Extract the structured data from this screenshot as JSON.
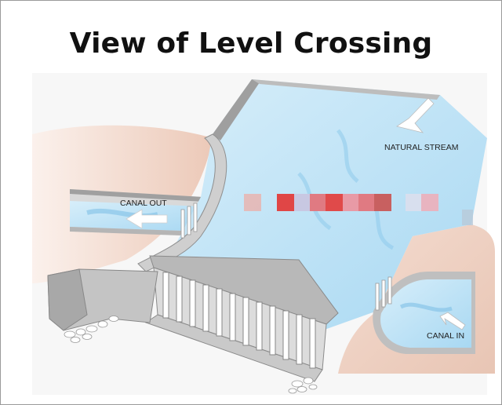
{
  "slide": {
    "title": "View of Level Crossing"
  },
  "diagram": {
    "labels": {
      "natural_stream": "NATURAL STREAM",
      "canal_out": "CANAL OUT",
      "canal_in": "CANAL IN"
    },
    "colors": {
      "water": "#bfe3f6",
      "water_dark": "#8fcbec",
      "concrete": "#cfcfcf",
      "concrete_dark": "#9d9d9d",
      "earth": "#f1d8cc",
      "arrow": "#ffffff"
    }
  }
}
